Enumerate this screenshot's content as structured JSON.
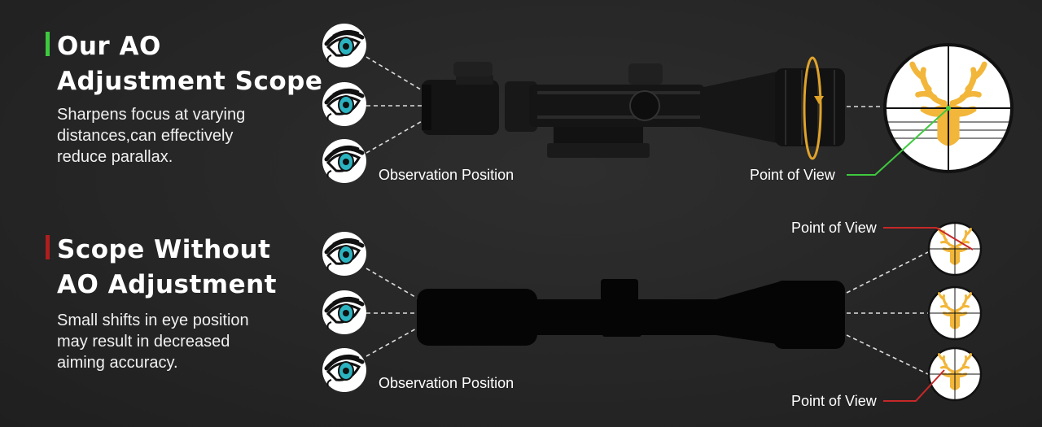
{
  "section_ao": {
    "title_line1": "Our AO",
    "title_line2": "Adjustment Scope",
    "description_line1": "Sharpens focus at varying",
    "description_line2": "distances,can effectively",
    "description_line3": "reduce parallax.",
    "accent_color": "#3ec93e",
    "observation_label": "Observation Position",
    "point_of_view_label": "Point of View"
  },
  "section_no_ao": {
    "title_line1": "Scope Without",
    "title_line2": "AO Adjustment",
    "description_line1": "Small shifts in eye position",
    "description_line2": "may result in decreased",
    "description_line3": "aiming accuracy.",
    "accent_color": "#b01e1e",
    "observation_label": "Observation Position",
    "point_of_view_top_label": "Point of View",
    "point_of_view_bottom_label": "Point of View"
  },
  "colors": {
    "eye_iris": "#2bb3c0",
    "deer": "#f2b63a",
    "background": "#262626"
  }
}
